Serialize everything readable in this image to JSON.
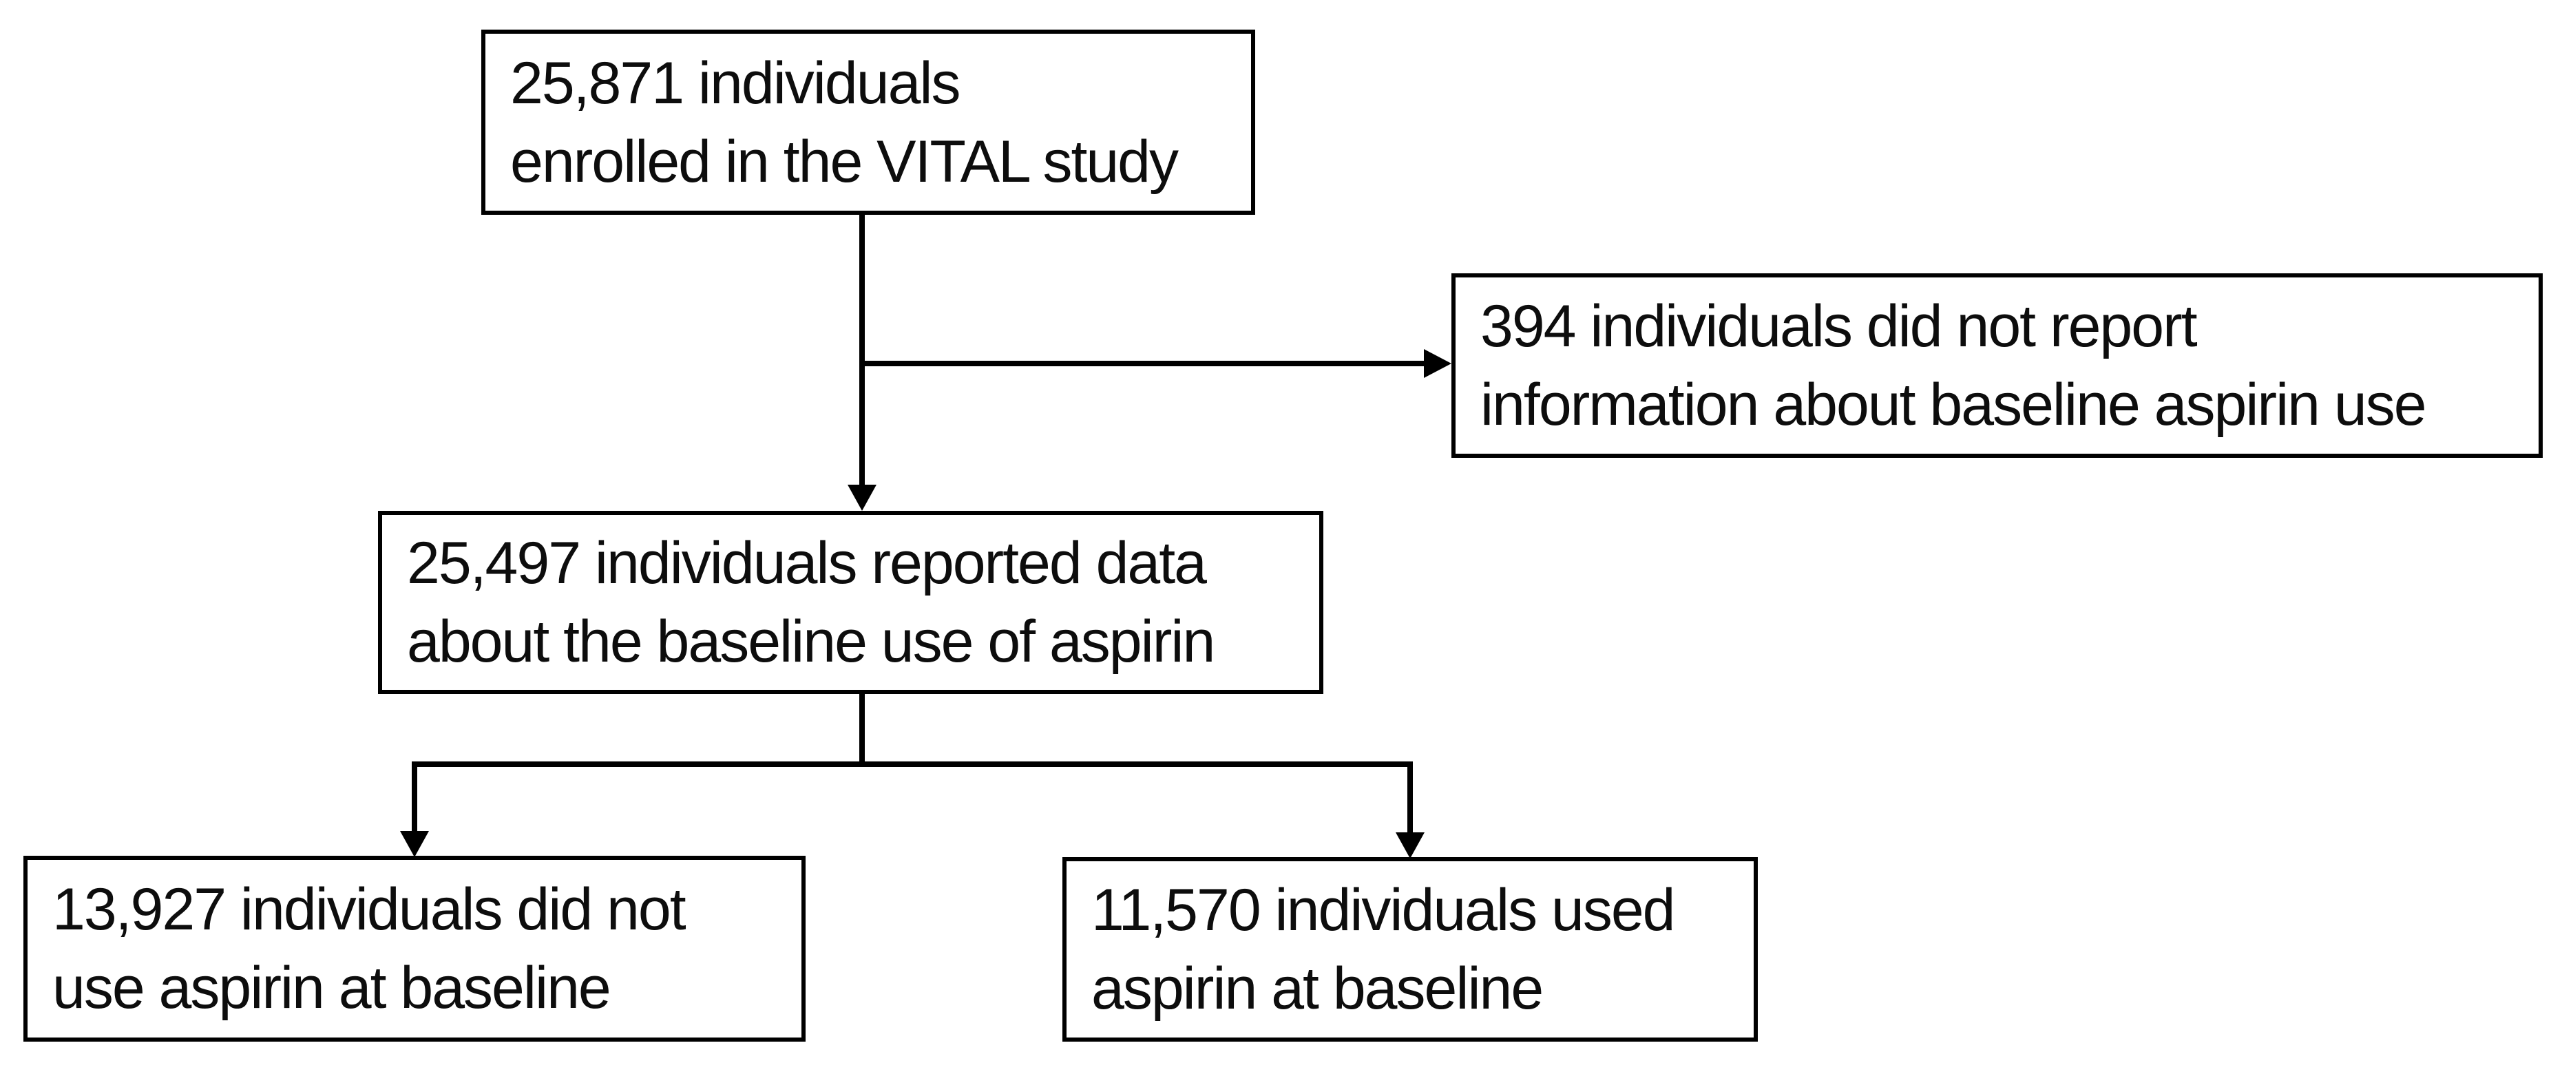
{
  "page": {
    "background_color": "#ffffff",
    "line_color": "#000000",
    "text_color": "#0d0d0d"
  },
  "diagram": {
    "type": "flowchart",
    "kind": "study-participant-flow",
    "nodes": [
      {
        "id": "enrolled",
        "lines": [
          "25,871 individuals",
          "enrolled in the VITAL study"
        ]
      },
      {
        "id": "excluded-no-info",
        "lines": [
          "394 individuals did not report",
          "information about baseline aspirin use"
        ]
      },
      {
        "id": "reported-baseline",
        "lines": [
          "25,497 individuals reported data",
          "about the baseline use of aspirin"
        ]
      },
      {
        "id": "no-aspirin",
        "lines": [
          "13,927 individuals did not",
          "use aspirin at baseline"
        ]
      },
      {
        "id": "used-aspirin",
        "lines": [
          "11,570 individuals used",
          "aspirin at baseline"
        ]
      }
    ],
    "edges": [
      {
        "from": "enrolled",
        "to": "reported-baseline",
        "direction": "down"
      },
      {
        "from": "enrolled",
        "to": "excluded-no-info",
        "direction": "right"
      },
      {
        "from": "reported-baseline",
        "to": "no-aspirin",
        "direction": "down"
      },
      {
        "from": "reported-baseline",
        "to": "used-aspirin",
        "direction": "down"
      }
    ]
  }
}
